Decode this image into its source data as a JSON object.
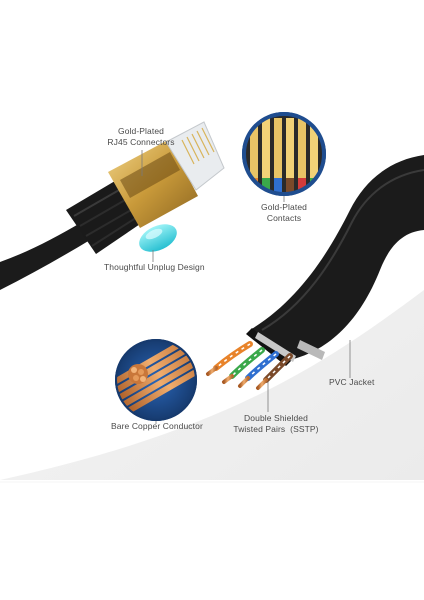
{
  "callouts": {
    "rj45": {
      "line1": "Gold-Plated",
      "line2": "RJ45 Connectors"
    },
    "contacts": {
      "line1": "Gold-Plated",
      "line2": "Contacts"
    },
    "unplug": {
      "text": "Thoughtful Unplug Design"
    },
    "jacket": {
      "text": "PVC Jacket"
    },
    "copper": {
      "text": "Bare Copper Conductor"
    },
    "sstp": {
      "line1": "Double Shielded",
      "line2": "Twisted Pairs  (SSTP)"
    }
  },
  "colors": {
    "cable_black": "#1c1c1c",
    "gold": "#d9b45a",
    "copper": "#d98f4e",
    "accent_blue": "#1f4d8f",
    "unplug_cyan": "#5ee0e8",
    "wire_orange": "#e8832a",
    "wire_green": "#3aa84a",
    "wire_blue": "#2f6fd0",
    "wire_brown": "#7a4a2a",
    "background_gray": "#eeeeee"
  }
}
